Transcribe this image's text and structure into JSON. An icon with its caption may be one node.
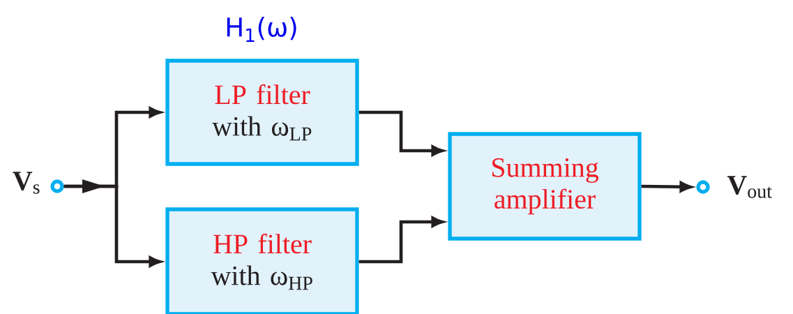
{
  "diagram": {
    "nodes": [
      {
        "text": [],
        "shape": "circle",
        "beside": [
          "**V**$_{s}$"
        ]
      },
      {
        "text": [
          "LP filter",
          "with ω$_{LP}$"
        ],
        "beside": [
          "H$_{1}$(ω)"
        ]
      },
      {
        "text": [
          "HP filter",
          "with ω$_{HP}$"
        ]
      },
      {
        "text": [
          "Summing amplifier"
        ]
      },
      {
        "text": [],
        "shape": "circle",
        "beside": [
          "**V**$_{out}$"
        ]
      }
    ],
    "edges": [
      {
        "from": 0,
        "to": 1,
        "arrow": "to"
      },
      {
        "from": 0,
        "to": 2,
        "arrow": "to"
      },
      {
        "from": 1,
        "to": 3,
        "arrow": "to"
      },
      {
        "from": 2,
        "to": 3,
        "arrow": "to"
      },
      {
        "from": 3,
        "to": 4,
        "arrow": "to"
      }
    ]
  }
}
